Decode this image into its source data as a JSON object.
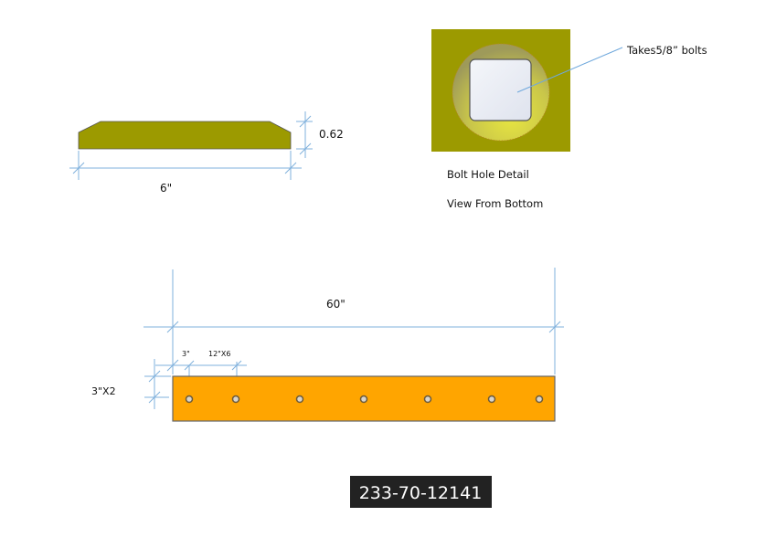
{
  "side_view": {
    "thickness_label": "0.62",
    "width_label": "6\""
  },
  "bolt_detail": {
    "callout": "Takes5/8”  bolts",
    "caption_1": "Bolt Hole Detail",
    "caption_2": "View From Bottom"
  },
  "top_view": {
    "length_label": "60\"",
    "edge_offset_label": "3\"",
    "spacing_label": "12\"X6",
    "height_label": "3\"X2",
    "hole_count": 7
  },
  "part_number": "233-70-12141",
  "colors": {
    "side_fill": "#9c9a00",
    "blade_fill": "#ffa500",
    "dimension_line": "#7fb0dc",
    "label_bg": "#222222"
  }
}
